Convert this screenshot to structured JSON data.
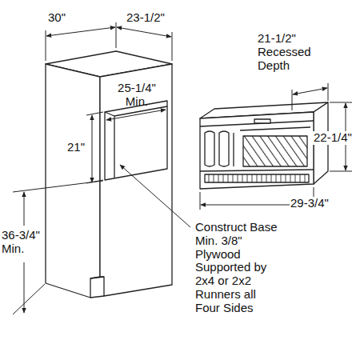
{
  "diagram": {
    "labels": [
      "30\"",
      "23-1/2\"",
      "25-1/4\" Min.",
      "21\"",
      "36-3/4\" Min.",
      "Construct Base Min. 3/8\" Plywood Supported by 2x4 or 2x2 Runners all Four Sides",
      "21-1/2\" Recessed Depth",
      "22-1/4\"",
      "29-3/4\""
    ]
  }
}
